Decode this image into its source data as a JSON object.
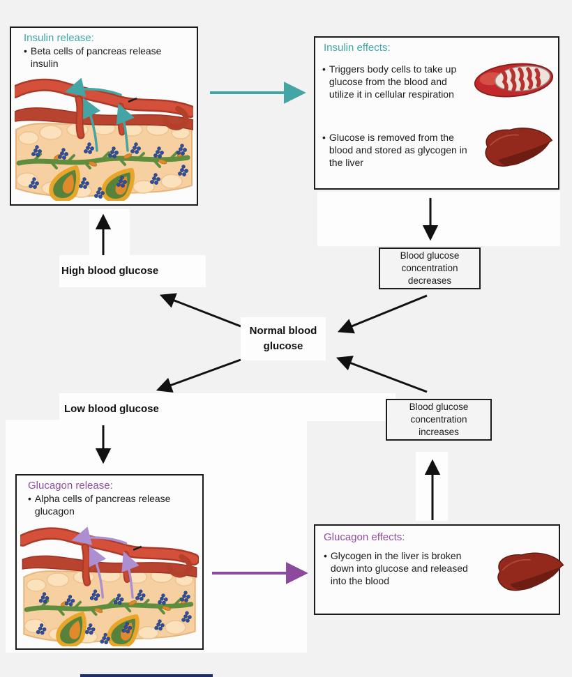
{
  "chars": {
    "bullet": "•"
  },
  "colors": {
    "insulin_accent": "#3DA8A6",
    "glucagon_accent": "#8E4FA0",
    "arrow_black": "#111111",
    "insulin_arrow": "#45A5A4",
    "glucagon_arrow": "#8B4A9C"
  },
  "icons": {
    "pancreas_tissue": "pancreas-islet-illustration",
    "mitochondria": "mitochondria-illustration",
    "liver": "liver-illustration"
  },
  "diagram": {
    "insulin_release": {
      "title": "Insulin release:",
      "bullet": "Beta cells of pancreas release insulin"
    },
    "insulin_effects": {
      "title": "Insulin effects:",
      "bullets": [
        "Triggers body cells to take up glucose from the blood and utilize it in cellular respiration",
        "Glucose is removed from the blood and stored as glycogen in the liver"
      ]
    },
    "glucose_decreases": "Blood glucose concentration decreases",
    "high_glucose": "High blood glucose",
    "normal_glucose": "Normal blood glucose",
    "low_glucose": "Low blood glucose",
    "glucose_increases": "Blood glucose concentration increases",
    "glucagon_release": {
      "title": "Glucagon release:",
      "bullet": "Alpha cells of pancreas release glucagon"
    },
    "glucagon_effects": {
      "title": "Glucagon effects:",
      "bullet": "Glycogen in the liver is broken down into glucose and released into the blood"
    }
  }
}
